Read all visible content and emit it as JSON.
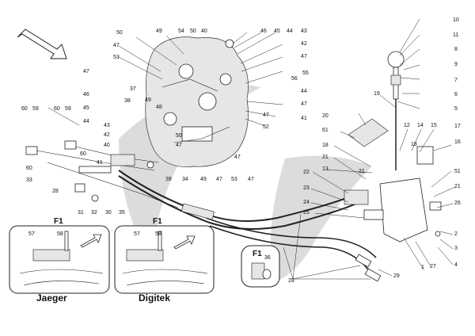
{
  "callouts": {
    "c1": "1",
    "c2": "2",
    "c3": "3",
    "c4": "4",
    "c5": "5",
    "c6": "6",
    "c7": "7",
    "c8": "8",
    "c9": "9",
    "c10": "10",
    "c11": "11",
    "c12": "12",
    "c13": "13",
    "c14": "14",
    "c15": "15",
    "c16": "16",
    "c17": "17",
    "c18a": "18",
    "c18b": "18",
    "c19": "19",
    "c20": "20",
    "c21a": "21",
    "c21b": "21",
    "c21c": "21",
    "c22": "22",
    "c23": "23",
    "c24": "24",
    "c25": "25",
    "c26": "26",
    "c27": "27",
    "c28a": "28",
    "c28b": "28",
    "c29": "29",
    "c30": "30",
    "c31": "31",
    "c32": "32",
    "c33": "33",
    "c34": "34",
    "c35": "35",
    "c36": "36",
    "c37": "37",
    "c38": "38",
    "c39": "39",
    "c40a": "40",
    "c40b": "40",
    "c41a": "41",
    "c41b": "41",
    "c42a": "42",
    "c42b": "42",
    "c43a": "43",
    "c43b": "43",
    "c44a": "44",
    "c44b": "44",
    "c44c": "44",
    "c45a": "45",
    "c45b": "45",
    "c46a": "46",
    "c46b": "46",
    "c47a": "47",
    "c47b": "47",
    "c47c": "47",
    "c47d": "47",
    "c47e": "47",
    "c47f": "47",
    "c47g": "47",
    "c47h": "47",
    "c47i": "47",
    "c48": "48",
    "c49a": "49",
    "c49b": "49",
    "c49c": "49",
    "c50a": "50",
    "c50b": "50",
    "c50c": "50",
    "c51": "51",
    "c52": "52",
    "c53a": "53",
    "c53b": "53",
    "c54": "54",
    "c55": "55",
    "c56": "56",
    "c57a": "57",
    "c57b": "57",
    "c58a": "58",
    "c58b": "58",
    "c59a": "59",
    "c59b": "59",
    "c60a": "60",
    "c60b": "60",
    "c60c": "60",
    "c61": "61"
  },
  "insets": {
    "jaeger": {
      "title": "F1",
      "label": "Jaeger"
    },
    "digitek": {
      "title": "F1",
      "label": "Digitek"
    },
    "cable_end": {
      "title": "F1"
    }
  },
  "colors": {
    "ink": "#111111",
    "watermark": "#d9d9d9"
  }
}
